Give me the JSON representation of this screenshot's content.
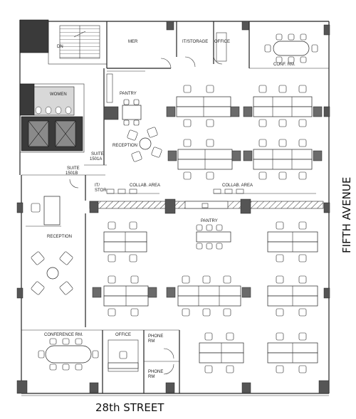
{
  "labels": {
    "mer": "MER",
    "it_storage": "IT/STORAGE",
    "office_top": "OFFICE",
    "conf_rm_top": "CONF. RM.",
    "women": "WOMEN",
    "pantry_top": "PANTRY",
    "reception_top": "RECEPTION",
    "suite_1501a": "SUITE\n1501A",
    "suite_1501b": "SUITE\n1501B",
    "it_stor": "IT/\nSTOR",
    "collab_area_1": "COLLAB. AREA",
    "collab_area_2": "COLLAB. AREA",
    "pantry_mid": "PANTRY",
    "reception_left": "RECEPTION",
    "conference_rm": "CONFERENCE RM.",
    "office_bottom": "OFFICE",
    "phone_rm_1": "PHONE\nRM",
    "phone_rm_2": "PHONE\nRM",
    "dn": "DN"
  },
  "streets": {
    "south": "28th STREET",
    "east": "FIFTH AVENUE"
  }
}
